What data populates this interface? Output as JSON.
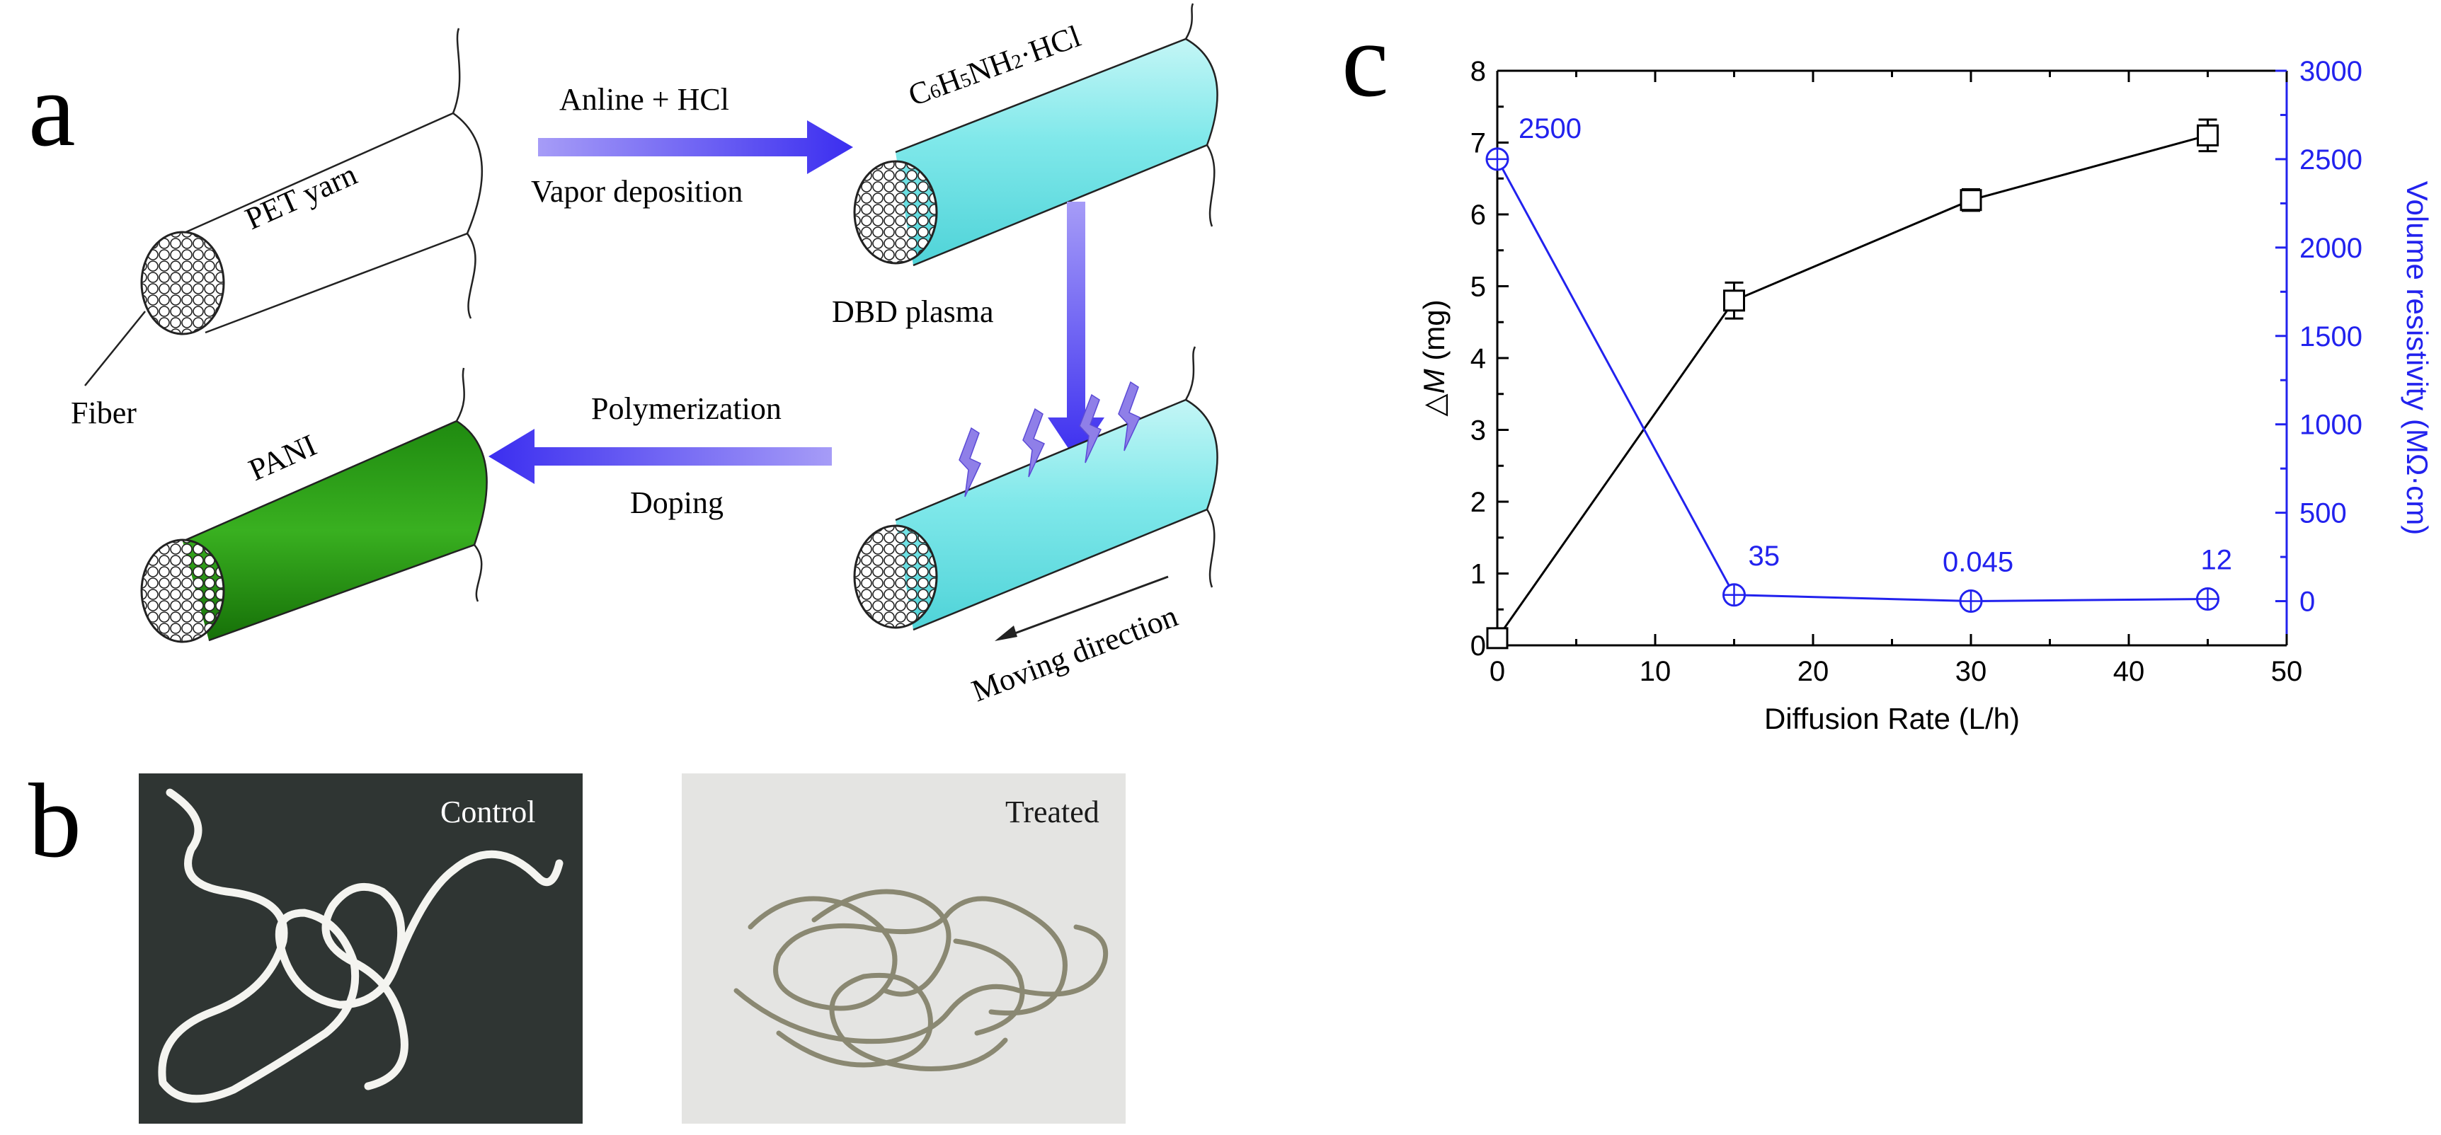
{
  "panel_a": {
    "label": "a",
    "pet_yarn": "PET yarn",
    "fiber": "Fiber",
    "step1_top": "Anline + HCl",
    "step1_bottom": "Vapor deposition",
    "salt_c": "C",
    "salt_6": "6",
    "salt_h": "H",
    "salt_5": "5",
    "salt_nh": "NH",
    "salt_2": "2",
    "salt_hcl": "·HCl",
    "step2": "DBD plasma",
    "moving": "Moving direction",
    "step3_top": "Polymerization",
    "step3_bottom": "Doping",
    "pani": "PANI",
    "colors": {
      "arrow": "#3b2ef0",
      "cyan": "#7fe8ea",
      "green": "#2b9a16",
      "spark": "#8f7fe8"
    }
  },
  "panel_b": {
    "label": "b",
    "control": "Control",
    "treated": "Treated",
    "colors": {
      "control_bg": "#2f3533",
      "treated_bg": "#e4e4e2",
      "yarn_white": "#f4f4f0",
      "yarn_treated": "#8a8872"
    }
  },
  "panel_c": {
    "label": "c",
    "chart_data": {
      "type": "line",
      "xlabel": "Diffusion Rate (L/h)",
      "ylabel_left_prefix": "△",
      "ylabel_left_symbol": "M",
      "ylabel_left_unit": " (mg)",
      "ylabel_right": "Volume resistivity (MΩ·cm)",
      "xlim": [
        0,
        50
      ],
      "ylim_left": [
        0,
        8
      ],
      "ylim_right": [
        -250,
        3000
      ],
      "x_ticks": [
        "0",
        "10",
        "20",
        "30",
        "40",
        "50"
      ],
      "y_left_ticks": [
        "0",
        "1",
        "2",
        "3",
        "4",
        "5",
        "6",
        "7",
        "8"
      ],
      "y_right_ticks": [
        "0",
        "500",
        "1000",
        "1500",
        "2000",
        "2500",
        "3000"
      ],
      "series": [
        {
          "axis": "left",
          "color": "#000000",
          "marker": "square",
          "x": [
            0,
            15,
            30,
            45
          ],
          "y": [
            0.1,
            4.8,
            6.2,
            7.1
          ],
          "err": [
            0,
            0.25,
            0.15,
            0.22
          ]
        },
        {
          "axis": "right",
          "color": "#2222ee",
          "marker": "circle-plus",
          "x": [
            0,
            15,
            30,
            45
          ],
          "y": [
            2500,
            35,
            0.045,
            12
          ],
          "labels": [
            "2500",
            "35",
            "0.045",
            "12"
          ]
        }
      ]
    }
  }
}
